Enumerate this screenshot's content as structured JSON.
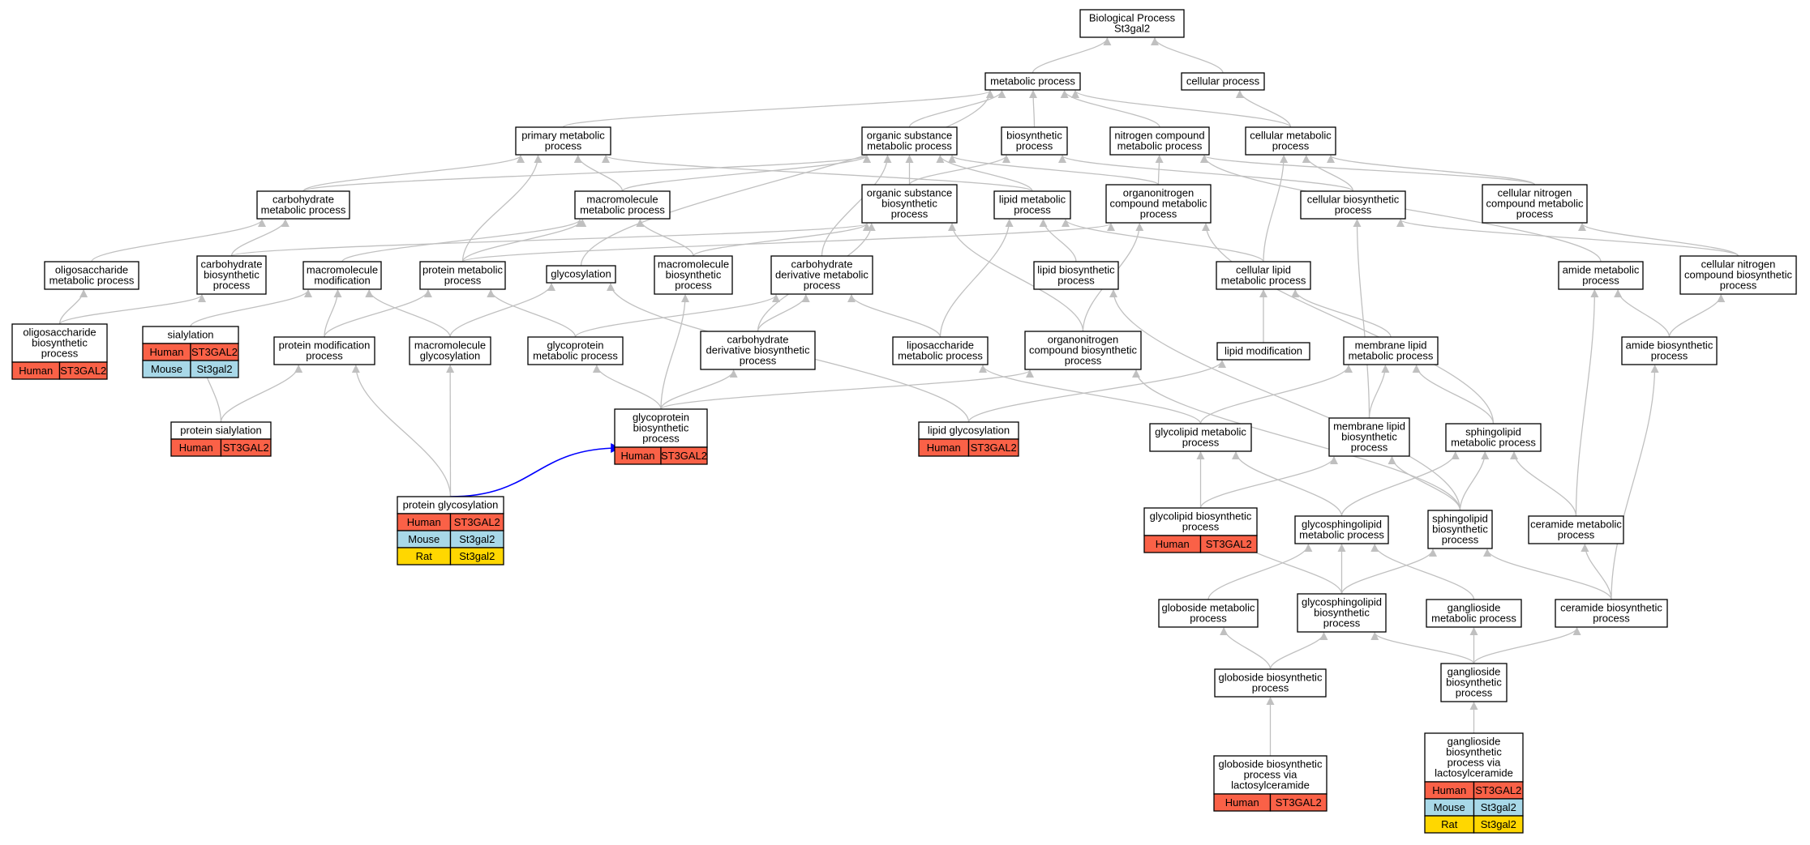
{
  "colors": {
    "edge": "#c0c0c0",
    "highlight_edge": "#0000ff",
    "node_border": "#000000",
    "human": "#fa6147",
    "mouse": "#a8d8e8",
    "rat": "#ffd700"
  },
  "nodes": {
    "bp": {
      "lines": [
        "Biological Process",
        "St3gal2"
      ]
    },
    "metabolic": {
      "lines": [
        "metabolic process"
      ]
    },
    "cellular": {
      "lines": [
        "cellular process"
      ]
    },
    "primary_metabolic": {
      "lines": [
        "primary metabolic",
        "process"
      ]
    },
    "org_subst_metabolic": {
      "lines": [
        "organic substance",
        "metabolic process"
      ]
    },
    "biosynthetic": {
      "lines": [
        "biosynthetic",
        "process"
      ]
    },
    "nitrogen_compound": {
      "lines": [
        "nitrogen compound",
        "metabolic process"
      ]
    },
    "cellular_metabolic": {
      "lines": [
        "cellular metabolic",
        "process"
      ]
    },
    "carbohydrate_metabolic": {
      "lines": [
        "carbohydrate",
        "metabolic process"
      ]
    },
    "macromolecule_metabolic": {
      "lines": [
        "macromolecule",
        "metabolic process"
      ]
    },
    "org_subst_biosynthetic": {
      "lines": [
        "organic substance",
        "biosynthetic",
        "process"
      ]
    },
    "lipid_metabolic": {
      "lines": [
        "lipid metabolic",
        "process"
      ]
    },
    "organonitrogen_metabolic": {
      "lines": [
        "organonitrogen",
        "compound metabolic",
        "process"
      ]
    },
    "cellular_biosynthetic": {
      "lines": [
        "cellular biosynthetic",
        "process"
      ]
    },
    "cellular_nitrogen_metabolic": {
      "lines": [
        "cellular nitrogen",
        "compound metabolic",
        "process"
      ]
    },
    "oligosaccharide_metabolic": {
      "lines": [
        "oligosaccharide",
        "metabolic process"
      ]
    },
    "carbohydrate_biosynthetic": {
      "lines": [
        "carbohydrate",
        "biosynthetic",
        "process"
      ]
    },
    "macromolecule_modification": {
      "lines": [
        "macromolecule",
        "modification"
      ]
    },
    "protein_metabolic": {
      "lines": [
        "protein metabolic",
        "process"
      ]
    },
    "glycosylation": {
      "lines": [
        "glycosylation"
      ]
    },
    "macromolecule_biosynthetic": {
      "lines": [
        "macromolecule",
        "biosynthetic",
        "process"
      ]
    },
    "carb_deriv_metabolic": {
      "lines": [
        "carbohydrate",
        "derivative metabolic",
        "process"
      ]
    },
    "lipid_biosynthetic": {
      "lines": [
        "lipid biosynthetic",
        "process"
      ]
    },
    "cellular_lipid_metabolic": {
      "lines": [
        "cellular lipid",
        "metabolic process"
      ]
    },
    "amide_metabolic": {
      "lines": [
        "amide metabolic",
        "process"
      ]
    },
    "cellular_nitrogen_biosynthetic": {
      "lines": [
        "cellular nitrogen",
        "compound biosynthetic",
        "process"
      ]
    },
    "oligosaccharide_biosynthetic": {
      "lines": [
        "oligosaccharide",
        "biosynthetic",
        "process"
      ],
      "genes": [
        [
          "Human",
          "ST3GAL2"
        ]
      ]
    },
    "sialylation": {
      "lines": [
        "sialylation"
      ],
      "genes": [
        [
          "Human",
          "ST3GAL2"
        ],
        [
          "Mouse",
          "St3gal2"
        ]
      ]
    },
    "protein_modification": {
      "lines": [
        "protein modification",
        "process"
      ]
    },
    "macromolecule_glycosylation": {
      "lines": [
        "macromolecule",
        "glycosylation"
      ]
    },
    "glycoprotein_metabolic": {
      "lines": [
        "glycoprotein",
        "metabolic process"
      ]
    },
    "carb_deriv_biosynthetic": {
      "lines": [
        "carbohydrate",
        "derivative biosynthetic",
        "process"
      ]
    },
    "liposaccharide_metabolic": {
      "lines": [
        "liposaccharide",
        "metabolic process"
      ]
    },
    "organonitrogen_biosynthetic": {
      "lines": [
        "organonitrogen",
        "compound biosynthetic",
        "process"
      ]
    },
    "lipid_modification": {
      "lines": [
        "lipid modification"
      ]
    },
    "membrane_lipid_metabolic": {
      "lines": [
        "membrane lipid",
        "metabolic process"
      ]
    },
    "amide_biosynthetic": {
      "lines": [
        "amide biosynthetic",
        "process"
      ]
    },
    "protein_sialylation": {
      "lines": [
        "protein sialylation"
      ],
      "genes": [
        [
          "Human",
          "ST3GAL2"
        ]
      ]
    },
    "glycoprotein_biosynthetic": {
      "lines": [
        "glycoprotein",
        "biosynthetic",
        "process"
      ],
      "genes": [
        [
          "Human",
          "ST3GAL2"
        ]
      ]
    },
    "lipid_glycosylation": {
      "lines": [
        "lipid glycosylation"
      ],
      "genes": [
        [
          "Human",
          "ST3GAL2"
        ]
      ]
    },
    "glycolipid_metabolic": {
      "lines": [
        "glycolipid metabolic",
        "process"
      ]
    },
    "membrane_lipid_biosynthetic": {
      "lines": [
        "membrane lipid",
        "biosynthetic",
        "process"
      ]
    },
    "sphingolipid_metabolic": {
      "lines": [
        "sphingolipid",
        "metabolic process"
      ]
    },
    "protein_glycosylation": {
      "lines": [
        "protein glycosylation"
      ],
      "genes": [
        [
          "Human",
          "ST3GAL2"
        ],
        [
          "Mouse",
          "St3gal2"
        ],
        [
          "Rat",
          "St3gal2"
        ]
      ]
    },
    "glycolipid_biosynthetic": {
      "lines": [
        "glycolipid biosynthetic",
        "process"
      ],
      "genes": [
        [
          "Human",
          "ST3GAL2"
        ]
      ]
    },
    "glycosphingolipid_metabolic": {
      "lines": [
        "glycosphingolipid",
        "metabolic process"
      ]
    },
    "sphingolipid_biosynthetic": {
      "lines": [
        "sphingolipid",
        "biosynthetic",
        "process"
      ]
    },
    "ceramide_metabolic": {
      "lines": [
        "ceramide metabolic",
        "process"
      ]
    },
    "globoside_metabolic": {
      "lines": [
        "globoside metabolic",
        "process"
      ]
    },
    "glycosphingolipid_biosynthetic": {
      "lines": [
        "glycosphingolipid",
        "biosynthetic",
        "process"
      ]
    },
    "ganglioside_metabolic": {
      "lines": [
        "ganglioside",
        "metabolic process"
      ]
    },
    "ceramide_biosynthetic": {
      "lines": [
        "ceramide biosynthetic",
        "process"
      ]
    },
    "globoside_biosynthetic": {
      "lines": [
        "globoside biosynthetic",
        "process"
      ]
    },
    "ganglioside_biosynthetic": {
      "lines": [
        "ganglioside",
        "biosynthetic",
        "process"
      ]
    },
    "globoside_via_lactosylceramide": {
      "lines": [
        "globoside biosynthetic",
        "process via",
        "lactosylceramide"
      ],
      "genes": [
        [
          "Human",
          "ST3GAL2"
        ]
      ]
    },
    "ganglioside_via_lactosylceramide": {
      "lines": [
        "ganglioside",
        "biosynthetic",
        "process via",
        "lactosylceramide"
      ],
      "genes": [
        [
          "Human",
          "ST3GAL2"
        ],
        [
          "Mouse",
          "St3gal2"
        ],
        [
          "Rat",
          "St3gal2"
        ]
      ]
    }
  },
  "edges": [
    [
      "metabolic",
      "bp"
    ],
    [
      "cellular",
      "bp"
    ],
    [
      "primary_metabolic",
      "metabolic"
    ],
    [
      "org_subst_metabolic",
      "metabolic"
    ],
    [
      "biosynthetic",
      "metabolic"
    ],
    [
      "nitrogen_compound",
      "metabolic"
    ],
    [
      "cellular_metabolic",
      "metabolic"
    ],
    [
      "cellular_metabolic",
      "cellular"
    ],
    [
      "carbohydrate_metabolic",
      "primary_metabolic"
    ],
    [
      "carbohydrate_metabolic",
      "org_subst_metabolic"
    ],
    [
      "macromolecule_metabolic",
      "org_subst_metabolic"
    ],
    [
      "macromolecule_metabolic",
      "primary_metabolic"
    ],
    [
      "org_subst_biosynthetic",
      "org_subst_metabolic"
    ],
    [
      "org_subst_biosynthetic",
      "biosynthetic"
    ],
    [
      "lipid_metabolic",
      "primary_metabolic"
    ],
    [
      "lipid_metabolic",
      "org_subst_metabolic"
    ],
    [
      "organonitrogen_metabolic",
      "nitrogen_compound"
    ],
    [
      "organonitrogen_metabolic",
      "org_subst_metabolic"
    ],
    [
      "cellular_biosynthetic",
      "cellular_metabolic"
    ],
    [
      "cellular_biosynthetic",
      "biosynthetic"
    ],
    [
      "cellular_nitrogen_metabolic",
      "cellular_metabolic"
    ],
    [
      "cellular_nitrogen_metabolic",
      "nitrogen_compound"
    ],
    [
      "oligosaccharide_metabolic",
      "carbohydrate_metabolic"
    ],
    [
      "carbohydrate_biosynthetic",
      "carbohydrate_metabolic"
    ],
    [
      "carbohydrate_biosynthetic",
      "org_subst_biosynthetic"
    ],
    [
      "macromolecule_modification",
      "macromolecule_metabolic"
    ],
    [
      "protein_metabolic",
      "macromolecule_metabolic"
    ],
    [
      "protein_metabolic",
      "primary_metabolic"
    ],
    [
      "protein_metabolic",
      "organonitrogen_metabolic"
    ],
    [
      "glycosylation",
      "metabolic"
    ],
    [
      "macromolecule_biosynthetic",
      "macromolecule_metabolic"
    ],
    [
      "macromolecule_biosynthetic",
      "org_subst_biosynthetic"
    ],
    [
      "carb_deriv_metabolic",
      "org_subst_metabolic"
    ],
    [
      "lipid_biosynthetic",
      "lipid_metabolic"
    ],
    [
      "cellular_lipid_metabolic",
      "lipid_metabolic"
    ],
    [
      "cellular_lipid_metabolic",
      "cellular_metabolic"
    ],
    [
      "amide_metabolic",
      "nitrogen_compound"
    ],
    [
      "cellular_nitrogen_biosynthetic",
      "cellular_nitrogen_metabolic"
    ],
    [
      "cellular_nitrogen_biosynthetic",
      "cellular_biosynthetic"
    ],
    [
      "oligosaccharide_biosynthetic",
      "oligosaccharide_metabolic"
    ],
    [
      "oligosaccharide_biosynthetic",
      "carbohydrate_biosynthetic"
    ],
    [
      "sialylation",
      "macromolecule_modification"
    ],
    [
      "protein_modification",
      "macromolecule_modification"
    ],
    [
      "protein_modification",
      "protein_metabolic"
    ],
    [
      "macromolecule_glycosylation",
      "macromolecule_modification"
    ],
    [
      "macromolecule_glycosylation",
      "glycosylation"
    ],
    [
      "glycoprotein_metabolic",
      "protein_metabolic"
    ],
    [
      "glycoprotein_metabolic",
      "carb_deriv_metabolic"
    ],
    [
      "carb_deriv_biosynthetic",
      "carb_deriv_metabolic"
    ],
    [
      "carb_deriv_biosynthetic",
      "org_subst_biosynthetic"
    ],
    [
      "liposaccharide_metabolic",
      "carb_deriv_metabolic"
    ],
    [
      "liposaccharide_metabolic",
      "lipid_metabolic"
    ],
    [
      "organonitrogen_biosynthetic",
      "organonitrogen_metabolic"
    ],
    [
      "organonitrogen_biosynthetic",
      "org_subst_biosynthetic"
    ],
    [
      "lipid_modification",
      "cellular_lipid_metabolic"
    ],
    [
      "membrane_lipid_metabolic",
      "cellular_lipid_metabolic"
    ],
    [
      "amide_biosynthetic",
      "amide_metabolic"
    ],
    [
      "amide_biosynthetic",
      "cellular_nitrogen_biosynthetic"
    ],
    [
      "protein_sialylation",
      "sialylation"
    ],
    [
      "protein_sialylation",
      "protein_modification"
    ],
    [
      "glycoprotein_biosynthetic",
      "glycoprotein_metabolic"
    ],
    [
      "glycoprotein_biosynthetic",
      "carb_deriv_biosynthetic"
    ],
    [
      "glycoprotein_biosynthetic",
      "macromolecule_biosynthetic"
    ],
    [
      "glycoprotein_biosynthetic",
      "organonitrogen_biosynthetic"
    ],
    [
      "lipid_glycosylation",
      "glycosylation"
    ],
    [
      "lipid_glycosylation",
      "lipid_modification"
    ],
    [
      "glycolipid_metabolic",
      "liposaccharide_metabolic"
    ],
    [
      "glycolipid_metabolic",
      "membrane_lipid_metabolic"
    ],
    [
      "membrane_lipid_biosynthetic",
      "membrane_lipid_metabolic"
    ],
    [
      "membrane_lipid_biosynthetic",
      "cellular_biosynthetic"
    ],
    [
      "sphingolipid_metabolic",
      "membrane_lipid_metabolic"
    ],
    [
      "sphingolipid_metabolic",
      "organonitrogen_metabolic"
    ],
    [
      "protein_glycosylation",
      "protein_modification"
    ],
    [
      "protein_glycosylation",
      "macromolecule_glycosylation"
    ],
    [
      "protein_glycosylation",
      "glycoprotein_biosynthetic",
      "highlight"
    ],
    [
      "glycolipid_biosynthetic",
      "glycolipid_metabolic"
    ],
    [
      "glycolipid_biosynthetic",
      "membrane_lipid_biosynthetic"
    ],
    [
      "glycosphingolipid_metabolic",
      "glycolipid_metabolic"
    ],
    [
      "glycosphingolipid_metabolic",
      "sphingolipid_metabolic"
    ],
    [
      "sphingolipid_biosynthetic",
      "sphingolipid_metabolic"
    ],
    [
      "sphingolipid_biosynthetic",
      "membrane_lipid_biosynthetic"
    ],
    [
      "sphingolipid_biosynthetic",
      "organonitrogen_biosynthetic"
    ],
    [
      "sphingolipid_biosynthetic",
      "lipid_biosynthetic"
    ],
    [
      "ceramide_metabolic",
      "sphingolipid_metabolic"
    ],
    [
      "ceramide_metabolic",
      "amide_metabolic"
    ],
    [
      "globoside_metabolic",
      "glycosphingolipid_metabolic"
    ],
    [
      "glycosphingolipid_biosynthetic",
      "glycosphingolipid_metabolic"
    ],
    [
      "glycosphingolipid_biosynthetic",
      "sphingolipid_biosynthetic"
    ],
    [
      "glycosphingolipid_biosynthetic",
      "glycolipid_biosynthetic"
    ],
    [
      "ganglioside_metabolic",
      "glycosphingolipid_metabolic"
    ],
    [
      "ceramide_biosynthetic",
      "ceramide_metabolic"
    ],
    [
      "ceramide_biosynthetic",
      "sphingolipid_biosynthetic"
    ],
    [
      "ceramide_biosynthetic",
      "amide_biosynthetic"
    ],
    [
      "globoside_biosynthetic",
      "globoside_metabolic"
    ],
    [
      "globoside_biosynthetic",
      "glycosphingolipid_biosynthetic"
    ],
    [
      "ganglioside_biosynthetic",
      "ganglioside_metabolic"
    ],
    [
      "ganglioside_biosynthetic",
      "glycosphingolipid_biosynthetic"
    ],
    [
      "ganglioside_biosynthetic",
      "ceramide_biosynthetic"
    ],
    [
      "globoside_via_lactosylceramide",
      "globoside_biosynthetic"
    ],
    [
      "ganglioside_via_lactosylceramide",
      "ganglioside_biosynthetic"
    ]
  ]
}
